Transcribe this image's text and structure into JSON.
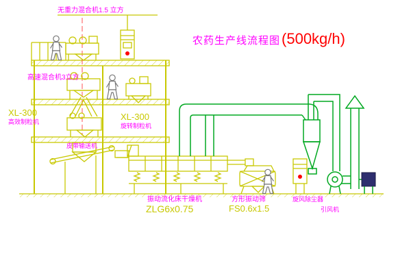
{
  "title": {
    "name": "农药生产线流程图",
    "capacity": "(500kg/h)"
  },
  "labels": {
    "top_mixer": "无重力混合机1.5 立方",
    "high_speed_mixer": "高速混合机3立方",
    "granulator_left": {
      "model": "XL-300",
      "name": "高效制粒机"
    },
    "granulator_right": {
      "model": "XL-300",
      "name": "旋转制粒机"
    },
    "belt_conveyor": "皮带输送机",
    "dryer": {
      "name": "振动流化床干燥机",
      "model": "ZLG6x0.75"
    },
    "screen": {
      "name": "方形振动筛",
      "model": "FS0.6x1.5"
    },
    "cyclone": "旋风除尘器",
    "fan": "引风机"
  },
  "colors": {
    "equipment_yellow": "#c8c800",
    "duct_green": "#00a820",
    "label_magenta": "#ff00ff",
    "capacity_red": "#ff0000",
    "indicator_red": "#ff0000"
  }
}
